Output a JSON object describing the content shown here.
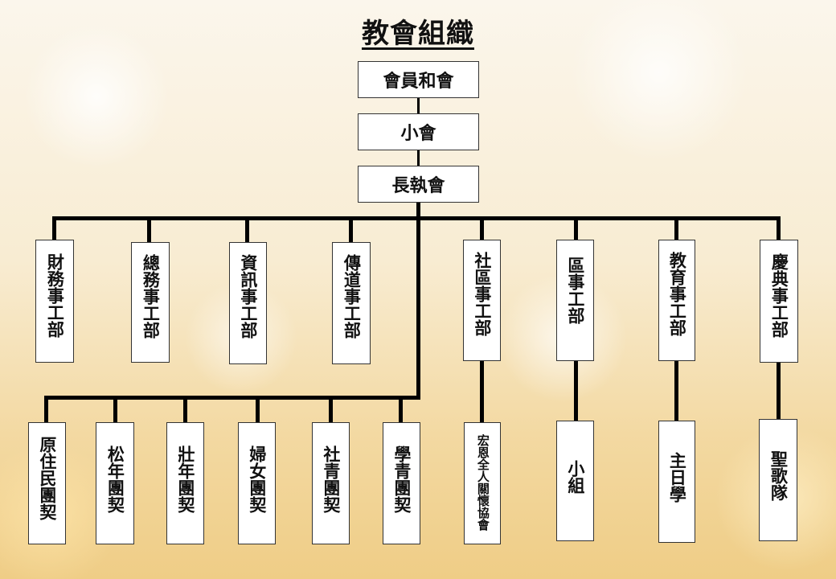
{
  "title": "教會組織",
  "top": {
    "assembly": "會員和會",
    "session": "小會",
    "board": "長執會"
  },
  "departments": [
    {
      "label": "財務事工部"
    },
    {
      "label": "總務事工部"
    },
    {
      "label": "資訊事工部"
    },
    {
      "label": "傳道事工部"
    },
    {
      "label": "社區事工部"
    },
    {
      "label": "區事工部"
    },
    {
      "label": "教育事工部"
    },
    {
      "label": "慶典事工部"
    }
  ],
  "fellowships": [
    {
      "label": "原住民團契"
    },
    {
      "label": "松年團契"
    },
    {
      "label": "壯年團契"
    },
    {
      "label": "婦女團契"
    },
    {
      "label": "社青團契"
    },
    {
      "label": "學青團契"
    }
  ],
  "sub_units": [
    {
      "label": "宏恩全人關懷協會"
    },
    {
      "label": "小組"
    },
    {
      "label": "主日學"
    },
    {
      "label": "聖歌隊"
    }
  ],
  "colors": {
    "line": "#000000",
    "box_border": "#333333",
    "box_fill": "#ffffff"
  }
}
